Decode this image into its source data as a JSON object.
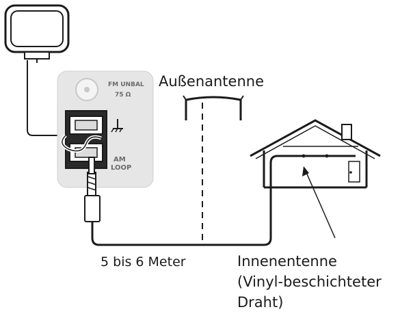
{
  "diagram": {
    "panel": {
      "fm_label_line1": "FM UNBAL",
      "fm_label_line2": "75 Ω",
      "am_label_line1": "AM",
      "am_label_line2": "LOOP"
    },
    "labels": {
      "outdoor_antenna": "Außenantenne",
      "distance": "5 bis 6 Meter",
      "indoor_antenna_line1": "Innenentenne",
      "indoor_antenna_line2": "(Vinyl-beschichteter",
      "indoor_antenna_line3": "Draht)"
    },
    "colors": {
      "line": "#1a1a1a",
      "panel_fill": "#e6e6e6",
      "panel_text": "#6b6b6b"
    }
  }
}
